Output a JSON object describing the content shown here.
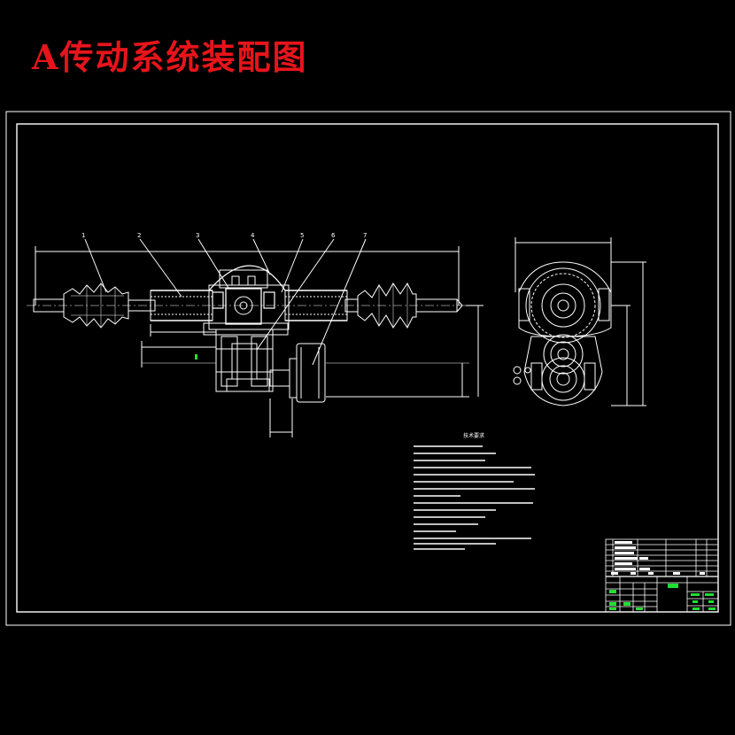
{
  "header": {
    "title": "A传动系统装配图"
  },
  "drawing": {
    "balloons": [
      "1",
      "2",
      "3",
      "4",
      "5",
      "6",
      "7"
    ],
    "notes_title": "技术要求",
    "notes_lines": 16,
    "title_block": {
      "bom_rows": 6
    }
  },
  "colors": {
    "background": "#000000",
    "linework": "#ffffff",
    "title": "#e8141b",
    "title_block_highlight": "#22dd33"
  }
}
